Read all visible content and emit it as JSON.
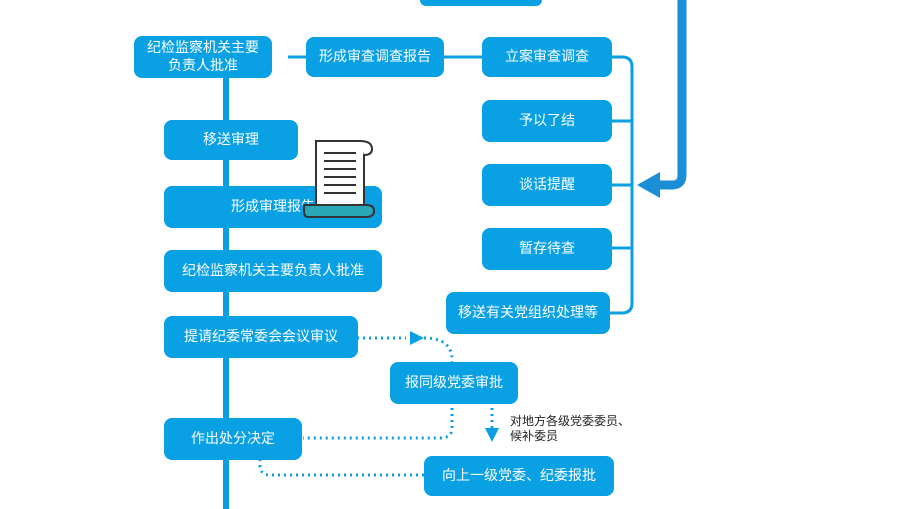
{
  "colors": {
    "box_fill": "#0aa0e4",
    "line": "#0a9fe3",
    "dark_line": "#1a8fd6",
    "scroll_teal": "#2aa7b5"
  },
  "nodes": {
    "leader_approve_top": [
      "纪检监察机关主要",
      "负责人批准"
    ],
    "review_report": "形成审查调查报告",
    "case_filed": "立案审查调查",
    "conclude": "予以了结",
    "talk_remind": "谈话提醒",
    "suspend_pending": "暂存待查",
    "transfer_party_org": "移送有关党组织处理等",
    "transfer_trial": "移送审理",
    "trial_report": "形成审理报告",
    "leader_approve": "纪检监察机关主要负责人批准",
    "standing_committee": "提请纪委常委会会议审议",
    "same_level_approval": "报同级党委审批",
    "make_decision": "作出处分决定",
    "upper_level_approval": "向上一级党委、纪委报批"
  },
  "notes": {
    "local_members": [
      "对地方各级党委委员、",
      "候补委员"
    ]
  },
  "icons": {
    "document": "scroll-document-icon"
  }
}
